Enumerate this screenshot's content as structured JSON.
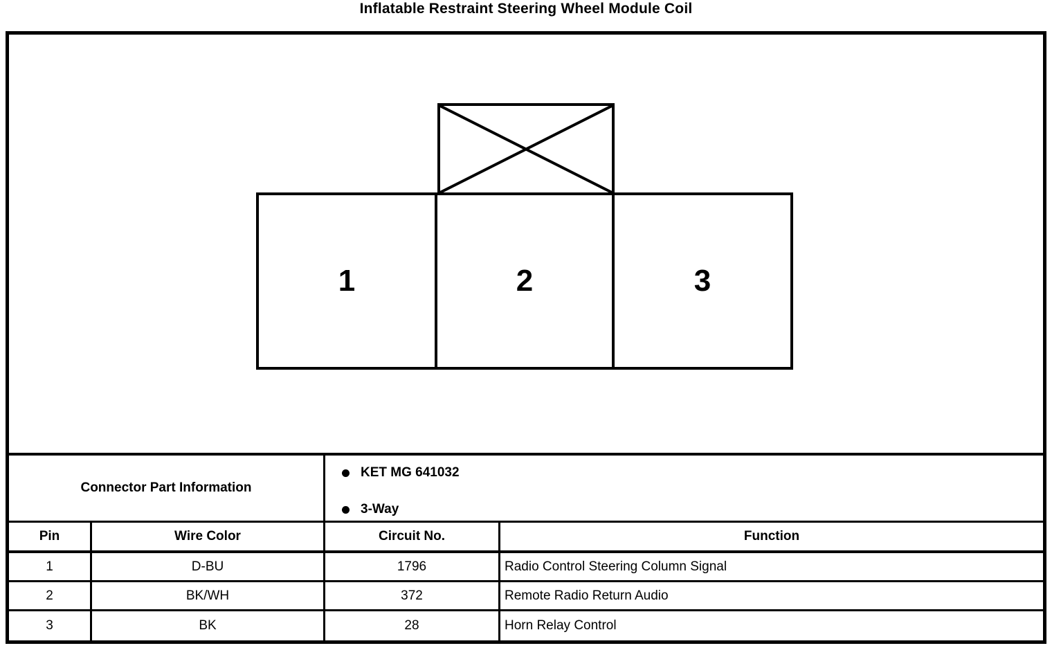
{
  "title": "Inflatable Restraint Steering Wheel Module Coil",
  "diagram": {
    "pins": [
      "1",
      "2",
      "3"
    ]
  },
  "connector_info": {
    "label": "Connector Part Information",
    "bullets": [
      "KET MG 641032",
      "3-Way"
    ]
  },
  "pin_table": {
    "headers": [
      "Pin",
      "Wire Color",
      "Circuit No.",
      "Function"
    ],
    "rows": [
      {
        "pin": "1",
        "wire_color": "D-BU",
        "circuit_no": "1796",
        "function": "Radio Control Steering Column Signal"
      },
      {
        "pin": "2",
        "wire_color": "BK/WH",
        "circuit_no": "372",
        "function": "Remote Radio Return Audio"
      },
      {
        "pin": "3",
        "wire_color": "BK",
        "circuit_no": "28",
        "function": "Horn Relay Control"
      }
    ]
  },
  "colors": {
    "line": "#000000",
    "background": "#ffffff"
  }
}
